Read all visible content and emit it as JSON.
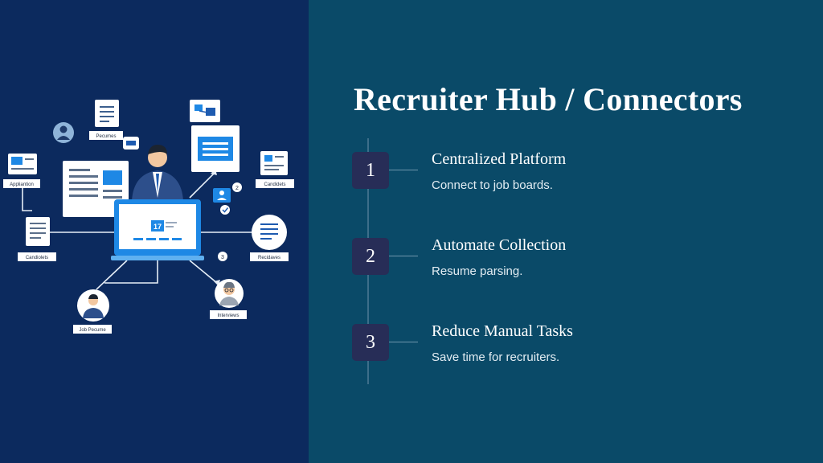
{
  "slide": {
    "title": "Recruiter Hub / Connectors",
    "steps": [
      {
        "number": "1",
        "title": "Centralized Platform",
        "description": "Connect to job boards."
      },
      {
        "number": "2",
        "title": "Automate Collection",
        "description": "Resume parsing."
      },
      {
        "number": "3",
        "title": "Reduce Manual Tasks",
        "description": "Save time for recruiters."
      }
    ]
  },
  "illustration": {
    "labels": {
      "resumes": "Pecumes",
      "application": "Appliantion",
      "candidates_left": "Candiolets",
      "job_resume": "Job Pecume",
      "candidates_right": "Candidets",
      "reviews": "Recidaves",
      "interviews": "Interviews",
      "calendar_day": "17",
      "badge_2": "2",
      "badge_3": "3"
    }
  },
  "colors": {
    "left_background": "#0c2a5e",
    "right_background": "#0a4a68",
    "step_box": "#272d57",
    "accent_blue": "#1e88e5"
  }
}
